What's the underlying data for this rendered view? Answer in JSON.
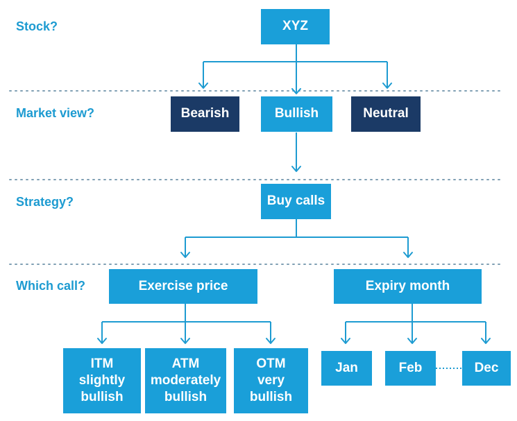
{
  "questions": {
    "stock": "Stock?",
    "market_view": "Market view?",
    "strategy": "Strategy?",
    "which_call": "Which call?"
  },
  "nodes": {
    "stock": "XYZ",
    "bearish": "Bearish",
    "bullish": "Bullish",
    "neutral": "Neutral",
    "buy_calls": "Buy calls",
    "exercise_price": "Exercise price",
    "expiry_month": "Expiry month",
    "itm": [
      "ITM",
      "slightly",
      "bullish"
    ],
    "atm": [
      "ATM",
      "moderately",
      "bullish"
    ],
    "otm": [
      "OTM",
      "very",
      "bullish"
    ],
    "jan": "Jan",
    "feb": "Feb",
    "dec": "Dec"
  },
  "colors": {
    "light_box": "#1a9fd9",
    "dark_box": "#1b3a66",
    "line": "#1d9bd1",
    "separator": "#7f9fb3",
    "question_text": "#1d9bd1"
  }
}
